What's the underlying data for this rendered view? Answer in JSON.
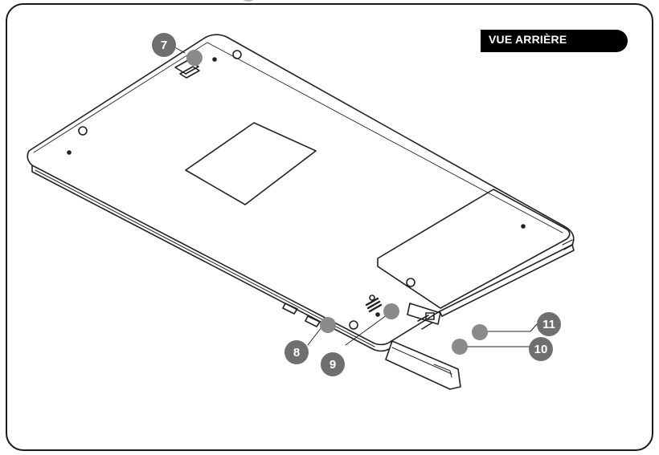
{
  "header": {
    "title": "VUE ARRIÈRE"
  },
  "callouts": [
    {
      "id": "7",
      "label": "7"
    },
    {
      "id": "8",
      "label": "8"
    },
    {
      "id": "9",
      "label": "9"
    },
    {
      "id": "10",
      "label": "10"
    },
    {
      "id": "11",
      "label": "11"
    }
  ],
  "colors": {
    "frame": "#1a1a1a",
    "badge": "#6f6f6f",
    "line": "#222222",
    "label_bg": "#000000"
  }
}
